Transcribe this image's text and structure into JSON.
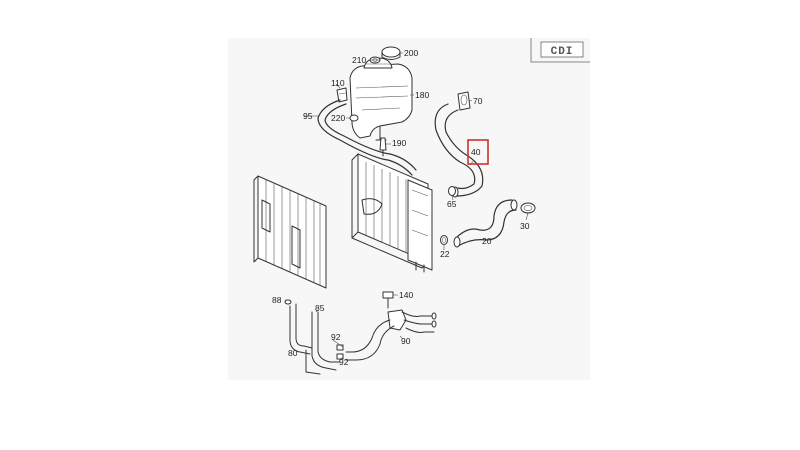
{
  "diagram": {
    "badge": "CDI",
    "highlight_color": "#d0302f",
    "callouts": {
      "c200": "200",
      "c210": "210",
      "c110": "110",
      "c180": "180",
      "c70": "70",
      "c95": "95",
      "c220": "220",
      "c190": "190",
      "c40": "40",
      "c65": "65",
      "c30": "30",
      "c20": "20",
      "c22": "22",
      "c140": "140",
      "c88": "88",
      "c85": "85",
      "c92a": "92",
      "c92b": "92",
      "c80": "80",
      "c90": "90"
    }
  }
}
